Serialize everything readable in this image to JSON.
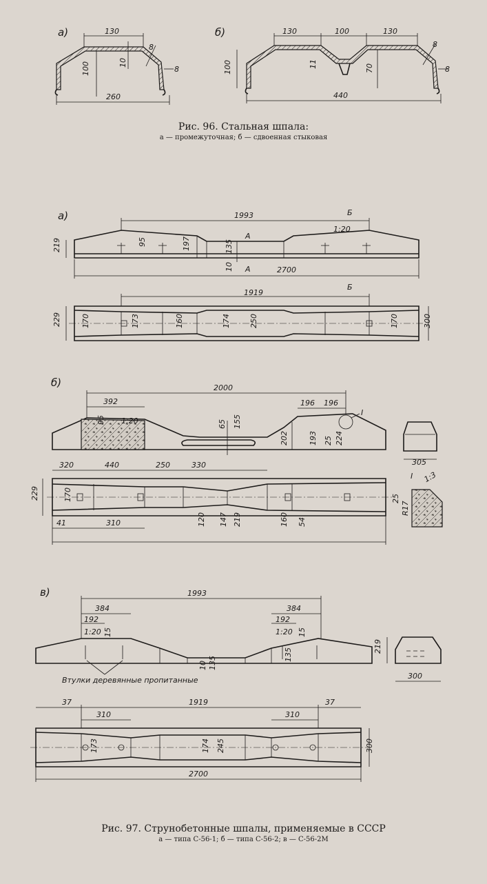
{
  "fig96": {
    "caption": "Рис. 96. Стальная шпала:",
    "subcaption": "а — промежуточная; б — сдвоенная стыковая",
    "a": {
      "label": "а)",
      "dims": [
        "130",
        "10",
        "100",
        "8",
        "8",
        "260"
      ]
    },
    "b": {
      "label": "б)",
      "dims": [
        "130",
        "100",
        "130",
        "11",
        "100",
        "70",
        "8",
        "8",
        "440"
      ]
    }
  },
  "fig97": {
    "caption": "Рис. 97. Струнобетонные шпалы, применяемые в СССР",
    "subcaption": "а — типа С-56-1; б — типа С-56-2; в — С-56-2М",
    "a": {
      "label": "а)",
      "side_dims": [
        "1993",
        "Б",
        "1:20",
        "219",
        "95",
        "197",
        "135",
        "10",
        "2700",
        "А",
        "А"
      ],
      "plan_dims": [
        "1919",
        "Б",
        "229",
        "170",
        "173",
        "160",
        "174",
        "250",
        "170",
        "300"
      ]
    },
    "b": {
      "label": "б)",
      "side_dims": [
        "2000",
        "392",
        "196",
        "196",
        "95",
        "1:20",
        "65",
        "155",
        "202",
        "193",
        "25",
        "224",
        "I"
      ],
      "section_dims": [
        "305"
      ],
      "plan_dims": [
        "320",
        "440",
        "250",
        "330",
        "229",
        "170",
        "41",
        "310",
        "120",
        "147",
        "219",
        "160",
        "54"
      ],
      "detail_dims": [
        "I",
        "1:3",
        "25",
        "R17"
      ]
    },
    "c": {
      "label": "в)",
      "side_dims": [
        "1993",
        "384",
        "192",
        "1:20",
        "15",
        "384",
        "192",
        "1:20",
        "15",
        "10",
        "135",
        "135"
      ],
      "note": "Втулки деревянные пропитанные",
      "section_dims": [
        "219",
        "300"
      ],
      "plan_dims": [
        "37",
        "1919",
        "37",
        "310",
        "310",
        "173",
        "174",
        "245",
        "300",
        "2700"
      ]
    }
  }
}
